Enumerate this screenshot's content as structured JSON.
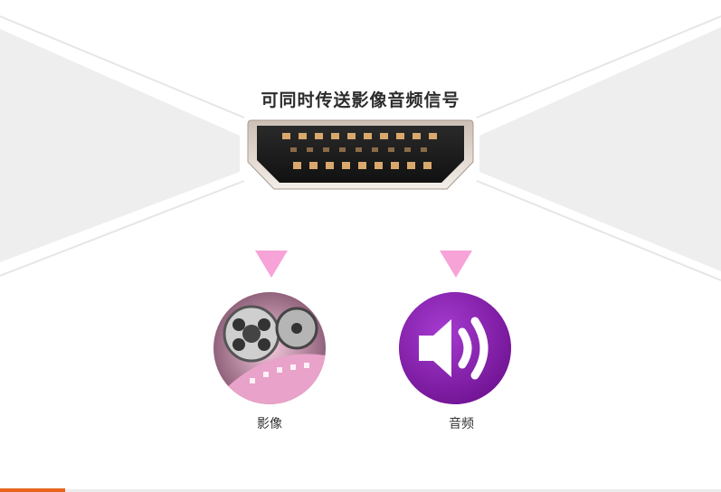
{
  "headline": "可同时传送影像音频信号",
  "icons": {
    "connector": "hdmi-port-icon",
    "video": "film-reel-icon",
    "audio": "speaker-volume-icon"
  },
  "items": [
    {
      "label": "影像"
    },
    {
      "label": "音频"
    }
  ],
  "colors": {
    "arrow": "#f7a3d8",
    "audio_circle": "#8e1fb6",
    "accent_bar": "#e8651f",
    "video_tone": "#e9a2c9"
  }
}
